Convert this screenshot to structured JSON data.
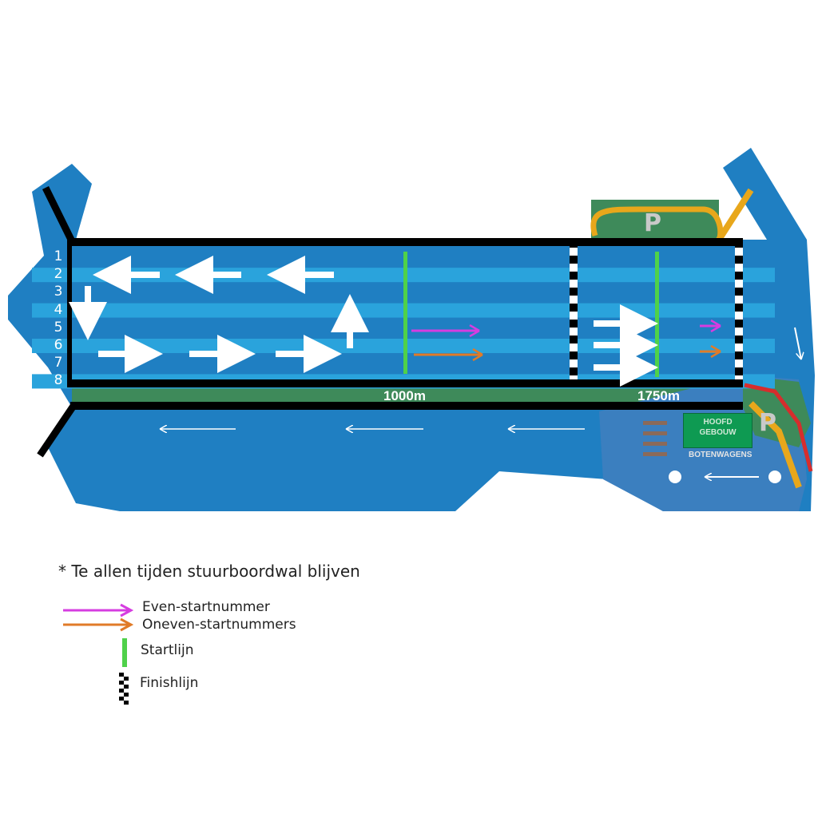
{
  "map": {
    "lane_numbers": [
      "1",
      "2",
      "3",
      "4",
      "5",
      "6",
      "7",
      "8"
    ],
    "distance_labels": [
      "1000m",
      "1750m"
    ],
    "parking_symbol": "P",
    "main_building": [
      "HOOFD",
      "GEBOUW"
    ],
    "boat_trailers": "BOTENWAGENS",
    "colors": {
      "water": "#1f7fc2",
      "lane_light": "#2aa3dc",
      "grass": "#3e8a5a",
      "even_arrow": "#d63de0",
      "odd_arrow": "#e07b28",
      "start_line": "#4fd14a",
      "road": "#e8a71b",
      "red_road": "#d62d2d"
    }
  },
  "note": "* Te allen tijden stuurboordwal blijven",
  "legend": {
    "even": "Even-startnummer",
    "odd": "Oneven-startnummers",
    "start": "Startlijn",
    "finish": "Finishlijn"
  }
}
